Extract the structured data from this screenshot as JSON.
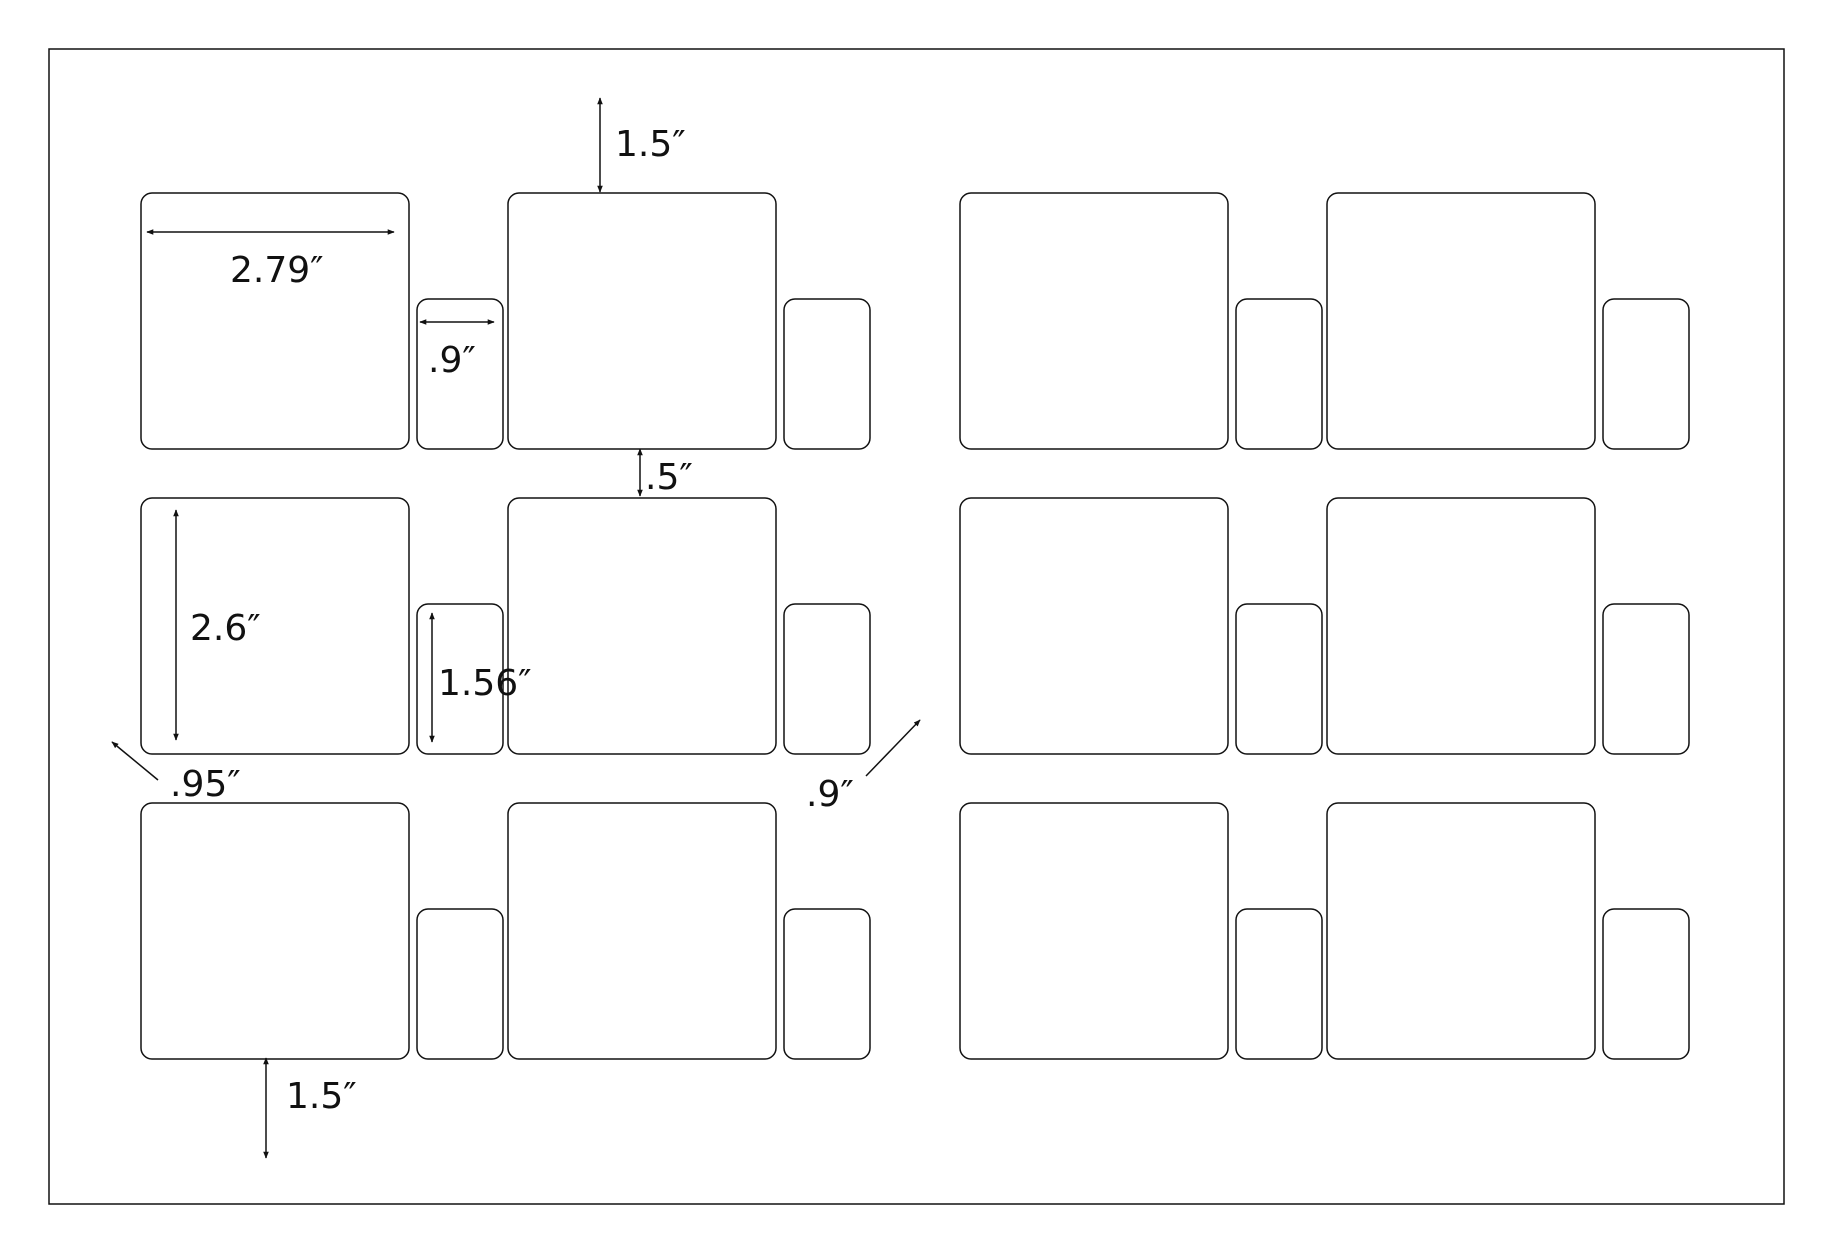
{
  "sheet": {
    "label_color": "#ffffff",
    "line_color": "#111111",
    "grid": {
      "groups": 2,
      "rows": 3,
      "pairs_per_group": 2
    },
    "label_kinds": [
      "large-label",
      "small-label"
    ]
  },
  "dimensions": {
    "top_margin": "1.5″",
    "large_width": "2.79″",
    "small_width": ".9″",
    "row_gap": ".5″",
    "large_height": "2.6″",
    "small_height": "1.56″",
    "side_margin": ".95″",
    "group_gap": ".9″",
    "bottom_margin": "1.5″"
  }
}
